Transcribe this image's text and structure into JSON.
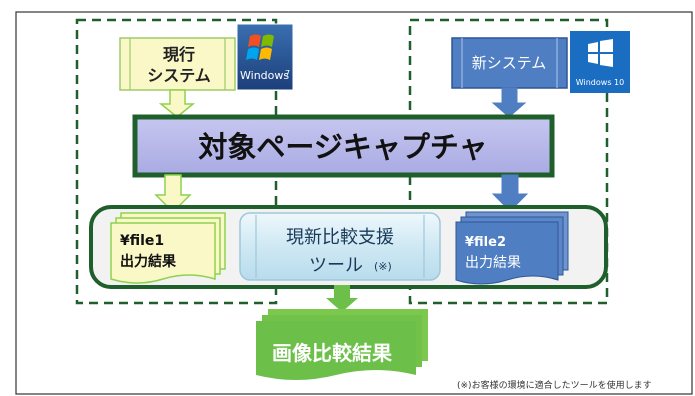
{
  "diagram": {
    "current_system": {
      "line1": "現行",
      "line2": "システム"
    },
    "new_system": {
      "label": "新システム"
    },
    "win7_logo": {
      "text": "Windows",
      "sup": "7"
    },
    "win10_logo": {
      "text": "Windows 10"
    },
    "capture": {
      "label": "対象ページキャプチャ"
    },
    "file1": {
      "line1": "¥file1",
      "line2": "出力結果"
    },
    "file2": {
      "line1": "¥file2",
      "line2": "出力結果"
    },
    "tool": {
      "line1": "現新比較支援",
      "line2": "ツール",
      "note": "(※)"
    },
    "result": {
      "label": "画像比較結果"
    },
    "footnote": "(※)お客様の環境に適合したツールを使用します"
  },
  "colors": {
    "dark_green": "#1f5f2c",
    "lime_green": "#8fd14f",
    "bright_green": "#6cc04a",
    "cream": "#fbf8c8",
    "purple": "#b3b4e8",
    "blue_box": "#4f7fc2",
    "blue_dark": "#2f5597",
    "win10_blue": "#1a6dc0",
    "tool_blue": "#d6ecf6"
  }
}
